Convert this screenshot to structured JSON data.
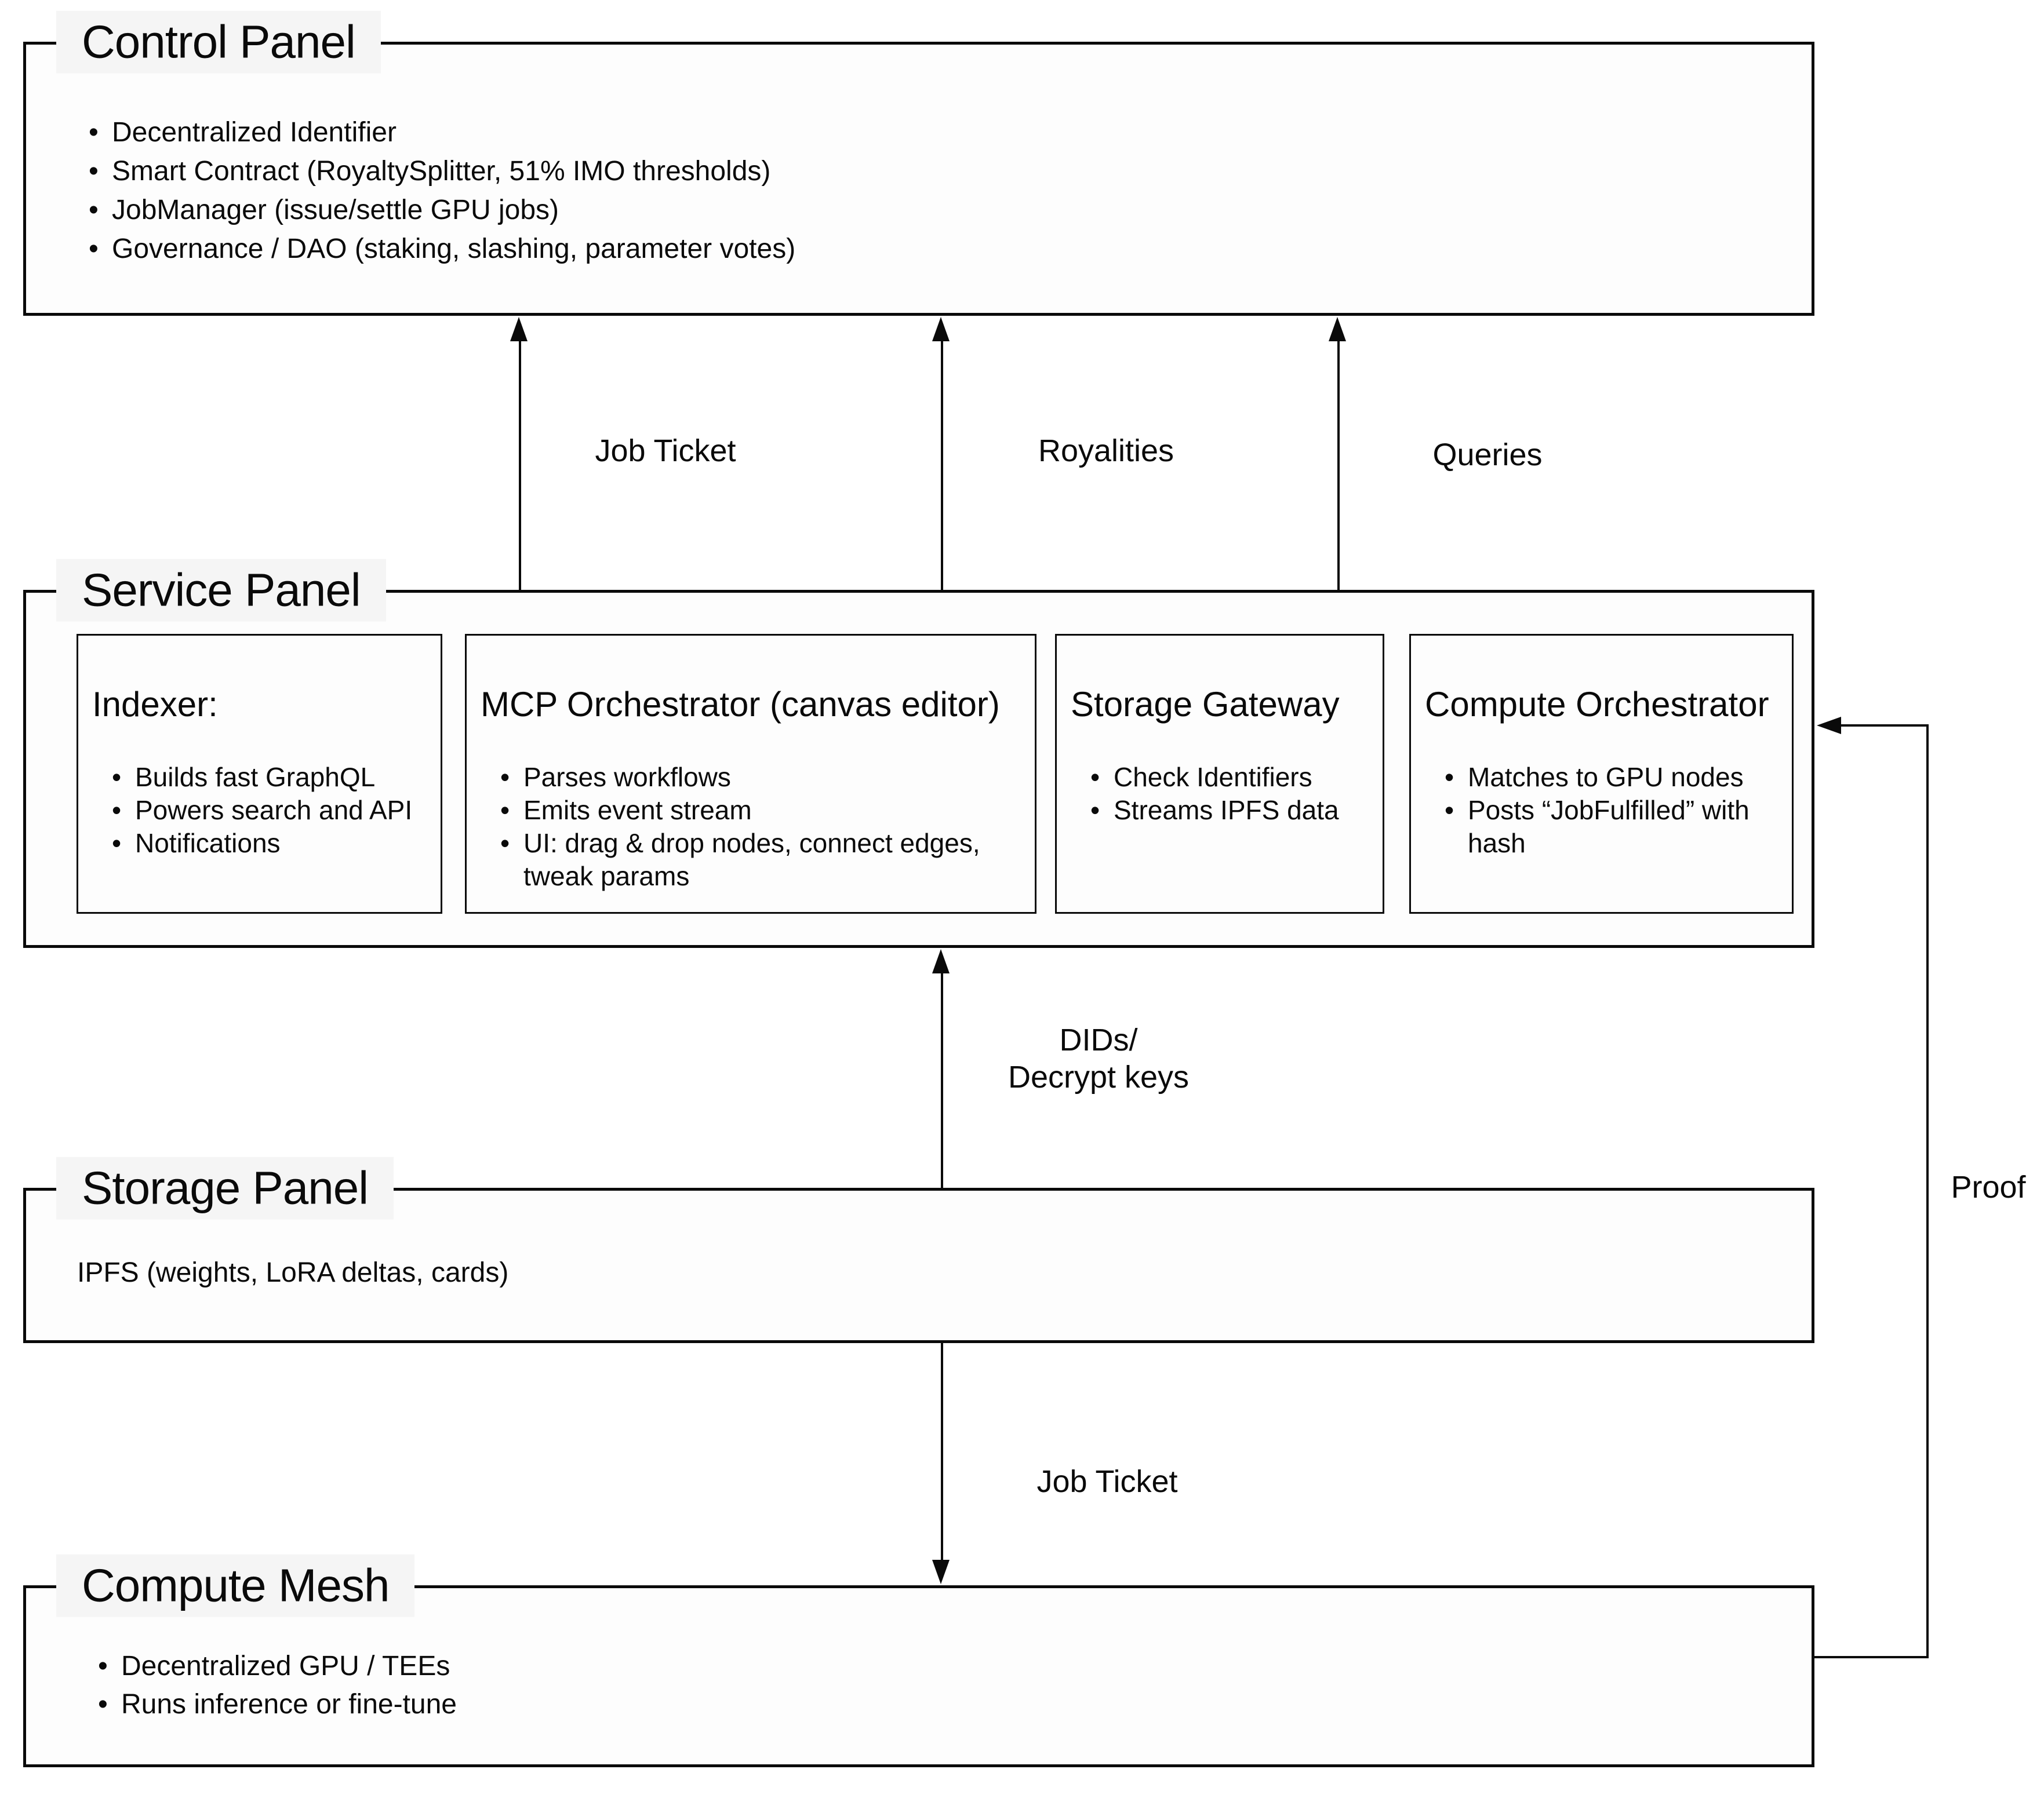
{
  "colors": {
    "line": "#0a0a0a",
    "label_background": "#f5f5f5",
    "panel_background": "#fdfdfd",
    "page_background": "#ffffff"
  },
  "panels": {
    "control": {
      "title": "Control Panel",
      "bullets": [
        "Decentralized Identifier",
        "Smart Contract (RoyaltySplitter, 51% IMO thresholds)",
        "JobManager (issue/settle GPU jobs)",
        "Governance / DAO (staking, slashing, parameter votes)"
      ]
    },
    "service": {
      "title": "Service Panel",
      "boxes": [
        {
          "title": "Indexer:",
          "bullets": [
            "Builds fast GraphQL",
            "Powers search and API",
            "Notifications"
          ]
        },
        {
          "title": "MCP Orchestrator (canvas editor)",
          "bullets": [
            "Parses workflows",
            "Emits event stream",
            "UI: drag & drop nodes, connect edges, tweak params"
          ]
        },
        {
          "title": "Storage Gateway",
          "bullets": [
            "Check Identifiers",
            "Streams IPFS data"
          ]
        },
        {
          "title": "Compute Orchestrator",
          "bullets": [
            "Matches to GPU nodes",
            "Posts “JobFulfilled” with hash"
          ]
        }
      ]
    },
    "storage": {
      "title": "Storage Panel",
      "body": "IPFS (weights, LoRA deltas, cards)"
    },
    "compute": {
      "title": "Compute Mesh",
      "bullets": [
        "Decentralized GPU / TEEs",
        "Runs inference or fine-tune"
      ]
    }
  },
  "edges": {
    "job_ticket_top": "Job Ticket",
    "royalities": "Royalities",
    "queries": "Queries",
    "dids_line1": "DIDs/",
    "dids_line2": "Decrypt keys",
    "job_ticket_bottom": "Job Ticket",
    "proof": "Proof"
  }
}
